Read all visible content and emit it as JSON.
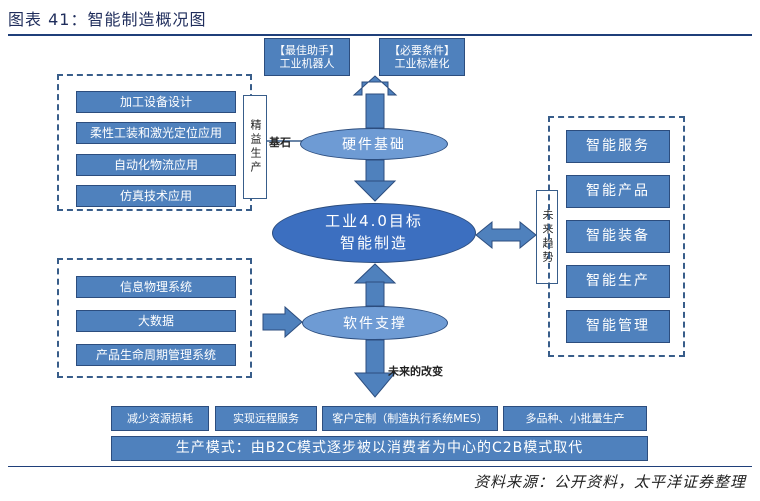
{
  "figure_title": "图表 41：智能制造概况图",
  "source": "资料来源：公开资料，太平洋证券整理",
  "top_boxes": [
    {
      "line1": "【最佳助手】",
      "line2": "工业机器人"
    },
    {
      "line1": "【必要条件】",
      "line2": "工业标准化"
    }
  ],
  "left_top_items": [
    "加工设备设计",
    "柔性工装和激光定位应用",
    "自动化物流应用",
    "仿真技术应用"
  ],
  "left_top_vertical": "精益生产",
  "left_top_link": "基石",
  "hardware": "硬件基础",
  "core": {
    "line1": "工业4.0目标",
    "line2": "智能制造"
  },
  "left_bottom_items": [
    "信息物理系统",
    "大数据",
    "产品生命周期管理系统"
  ],
  "software": "软件支撑",
  "future_trend": "未来趋势",
  "right_items": [
    "智能服务",
    "智能产品",
    "智能装备",
    "智能生产",
    "智能管理"
  ],
  "future_change": "未来的改变",
  "bottom_items": [
    "减少资源损耗",
    "实现远程服务",
    "客户定制（制造执行系统MES）",
    "多品种、小批量生产"
  ],
  "production_mode": "生产模式：由B2C模式逐步被以消费者为中心的C2B模式取代"
}
